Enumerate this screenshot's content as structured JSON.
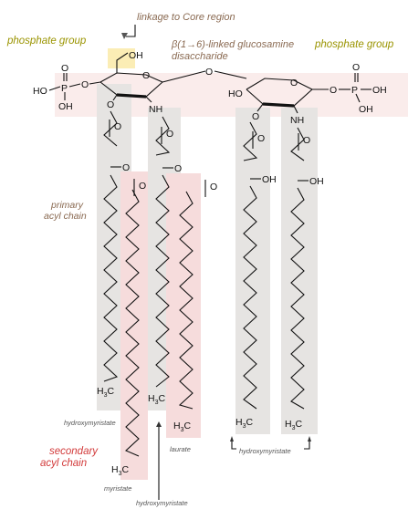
{
  "labels": {
    "linkage": "linkage to Core region",
    "phosphate_left": "phosphate group",
    "phosphate_right": "phosphate group",
    "disaccharide_1": "β(1→6)-linked glucosamine",
    "disaccharide_2": "disaccharide",
    "primary_1": "primary",
    "primary_2": "acyl chain",
    "secondary_1": "secondary",
    "secondary_2": "acyl chain",
    "hydroxymyristate_1": "hydroxymyristate",
    "myristate": "myristate",
    "laurate": "laurate",
    "hydroxymyristate_2": "hydroxymyristate",
    "hydroxymyristate_3": "hydroxymyristate"
  },
  "atoms": {
    "ho_left": "HO",
    "p": "P",
    "o": "O",
    "oh": "OH",
    "nh": "NH",
    "ho_ring": "HO",
    "methyl": "H",
    "methyl_sub": "3",
    "methyl_c": "C"
  },
  "colors": {
    "olive": "#9a9400",
    "brown": "#8a6a52",
    "red": "#d23a3a",
    "gray_band": "#e6e4e2",
    "pink_band": "#f6dcdc",
    "yellow_box": "#fbedb5"
  }
}
